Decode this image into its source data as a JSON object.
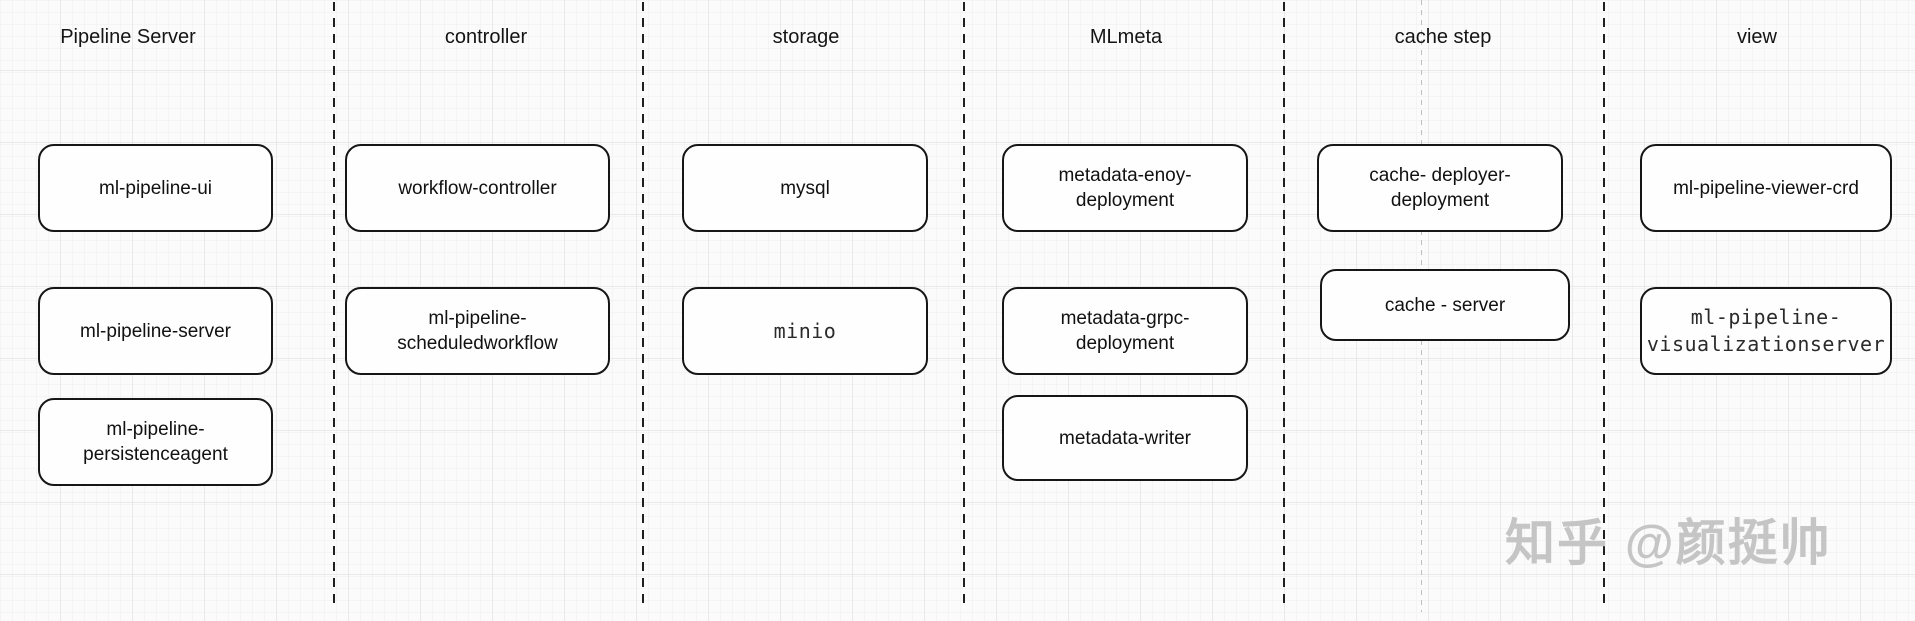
{
  "watermark": "知乎 @颜挺帅",
  "columns": [
    {
      "header": "Pipeline Server",
      "boxes": [
        {
          "lines": [
            "ml-pipeline-ui"
          ]
        },
        {
          "lines": [
            "ml-pipeline-server"
          ]
        },
        {
          "lines": [
            "ml-pipeline-",
            "persistenceagent"
          ]
        }
      ]
    },
    {
      "header": "controller",
      "boxes": [
        {
          "lines": [
            "workflow-controller"
          ]
        },
        {
          "lines": [
            "ml-pipeline-",
            "scheduledworkflow"
          ]
        }
      ]
    },
    {
      "header": "storage",
      "boxes": [
        {
          "lines": [
            "mysql"
          ]
        },
        {
          "lines": [
            "minio"
          ],
          "font": "mono"
        }
      ]
    },
    {
      "header": "MLmeta",
      "boxes": [
        {
          "lines": [
            "metadata-enoy-",
            "deployment"
          ]
        },
        {
          "lines": [
            "metadata-grpc-",
            "deployment"
          ]
        },
        {
          "lines": [
            "metadata-writer"
          ]
        }
      ]
    },
    {
      "header": "cache step",
      "boxes": [
        {
          "lines": [
            "cache- deployer-",
            "deployment"
          ]
        },
        {
          "lines": [
            "cache - server"
          ]
        }
      ]
    },
    {
      "header": "view",
      "boxes": [
        {
          "lines": [
            "ml-pipeline-viewer-crd"
          ]
        },
        {
          "lines": [
            "ml-pipeline-",
            "visualizationserver"
          ],
          "font": "mono"
        }
      ]
    }
  ]
}
